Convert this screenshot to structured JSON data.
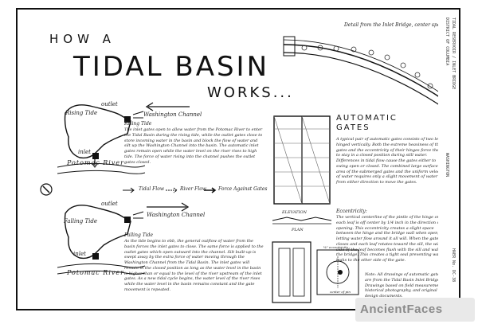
{
  "title": {
    "line1": "HOW A",
    "line2": "TIDAL BASIN",
    "line3": "WORKS..."
  },
  "diagram_top": {
    "label_outlet": "outlet",
    "label_channel": "Washington Channel",
    "label_rising": "Rising Tide",
    "label_inlet": "inlet",
    "label_river": "Potomac River"
  },
  "diagram_bottom": {
    "label_outlet": "outlet",
    "label_channel": "Washington Channel",
    "label_falling": "Falling Tide",
    "label_inlet": "inlet",
    "label_river": "Potomac River"
  },
  "legend": {
    "tidal_flow": "Tidal Flow",
    "river_flow": "River Flow",
    "force": "Force Against Gates"
  },
  "rising": {
    "heading": "Rising Tide",
    "text": "The inlet gates open to allow water from the Potomac River to enter the Tidal Basin during the rising tide, while the outlet gates close to store incoming water in the basin and block the flow of water and silt up the Washington Channel into the basin. The automatic inlet gates remain open while the water level on the river rises to high tide. The force of water rising into the channel pushes the outlet gates closed."
  },
  "falling": {
    "heading": "Falling Tide",
    "text": "As the tide begins to ebb, the general outflow of water from the basin forces the inlet gates to close. The same force is applied to the outlet gates which open outward into the channel. Silt built-up is swept away by the extra force of water moving through the Washington Channel from the Tidal Basin. The inlet gates will remain in the closed position as long as the water level in the basin is higher than or equal to the level of the river upstream of the inlet gates. As a new tidal cycle begins, the water level of the river rises while the water level in the basin remains constant and the gate movement is repeated."
  },
  "detail": {
    "caption": "Detail from the Inlet Bridge, center span"
  },
  "gates": {
    "heading_1": "AUTOMATIC",
    "heading_2": "GATES",
    "text": "A typical pair of automatic gates consists of two leaves hinged vertically. Both the extreme heaviness of the gates and the eccentricity of their hinges force them to stay in a closed position during still water. Differences in tidal flow cause the gates either to swing open or closed. The combined large surface area of the submerged gates and the uniform velocity of water requires only a slight movement of water from either direction to move the gates."
  },
  "eccentricity": {
    "heading": "Eccentricity:",
    "text": "The vertical centerline of the pintle of the hinge on each leaf is off center by 1/4 inch in the direction of the opening. This eccentricity creates a slight space between the hinge and the bridge wall when open, letting water flow around it all will. When the gate closes and each leaf rotates toward the sill, the wider side of the leaf becomes flush with the sill and wall of the bridge. This creates a tight seal preventing water leaks to the other side of the gate."
  },
  "labels": {
    "elevation": "ELEVATION",
    "plan": "PLAN",
    "pin": "¼\" eccentricity",
    "center_pin": "center of pin"
  },
  "note": {
    "text": "Note: All drawings of automatic gates are from the Tidal Basin Inlet Bridge. Drawings based on field measurements, historical photography, and original design documents."
  },
  "title_block": {
    "line1": "TIDAL RESERVOIR / INLET BRIDGE",
    "line2": "DISTRICT OF COLUMBIA",
    "line3": "WASHINGTON",
    "sheet": "HAER No. DC-38"
  },
  "watermark": "AncientFaces"
}
